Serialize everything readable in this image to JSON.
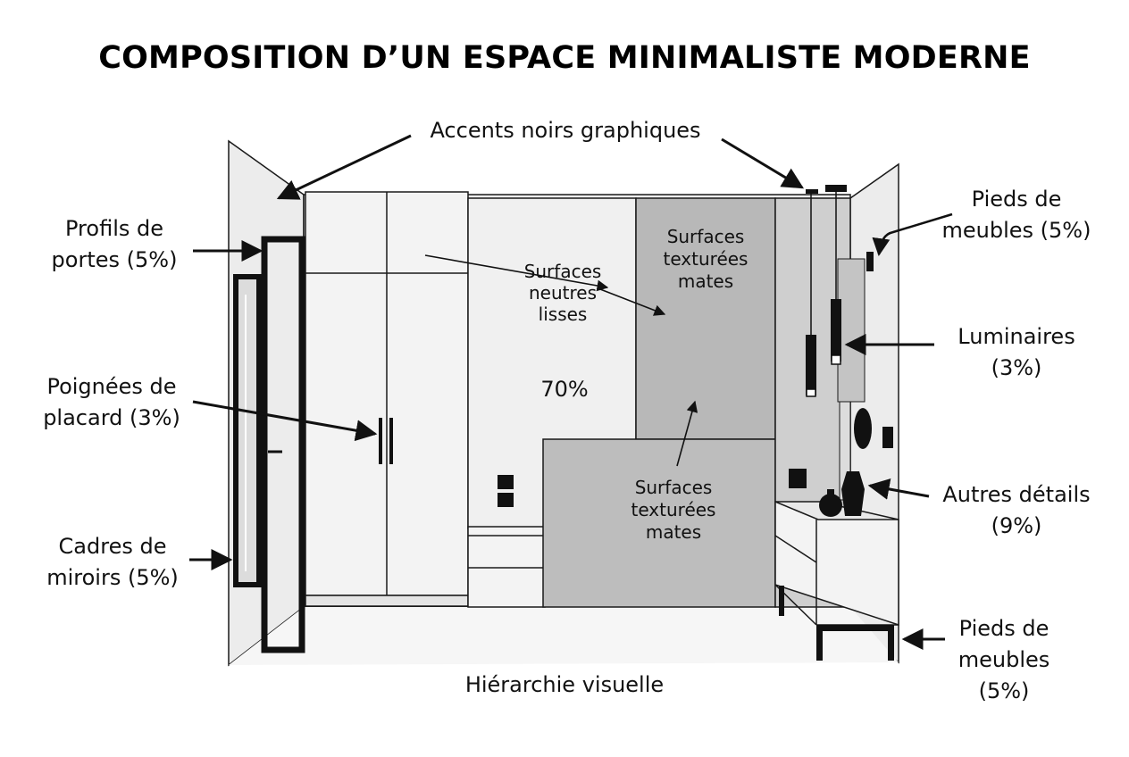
{
  "title": "COMPOSITION D’UN ESPACE MINIMALISTE MODERNE",
  "footer": "Hiérarchie visuelle",
  "labels": {
    "accents": "Accents noirs graphiques",
    "profils": [
      "Profils de",
      "portes (5%)"
    ],
    "poignees": [
      "Poignées de",
      "placard (3%)"
    ],
    "cadres": [
      "Cadres de",
      "miroirs (5%)"
    ],
    "pieds_top": [
      "Pieds de",
      "meubles (5%)"
    ],
    "luminaires": [
      "Luminaires",
      "(3%)"
    ],
    "autres": [
      "Autres détails",
      "(9%)"
    ],
    "pieds_bottom": [
      "Pieds de",
      "meubles",
      "(5%)"
    ]
  },
  "inner_labels": {
    "neutres": [
      "Surfaces",
      "neutres",
      "lisses"
    ],
    "neutres_pct": "70%",
    "texturees_top": [
      "Surfaces",
      "texturées",
      "mates"
    ],
    "texturees_bottom": [
      "Surfaces",
      "texturées",
      "mates"
    ]
  },
  "colors": {
    "wall_light": "#ececec",
    "cabinet": "#f3f3f3",
    "textured": "#b8b8b8",
    "outline": "#1a1a1a",
    "accent_black": "#111111"
  },
  "icons": [
    "arrow-icon",
    "pendant-light-icon",
    "vase-icon",
    "switch-icon",
    "handle-icon"
  ]
}
